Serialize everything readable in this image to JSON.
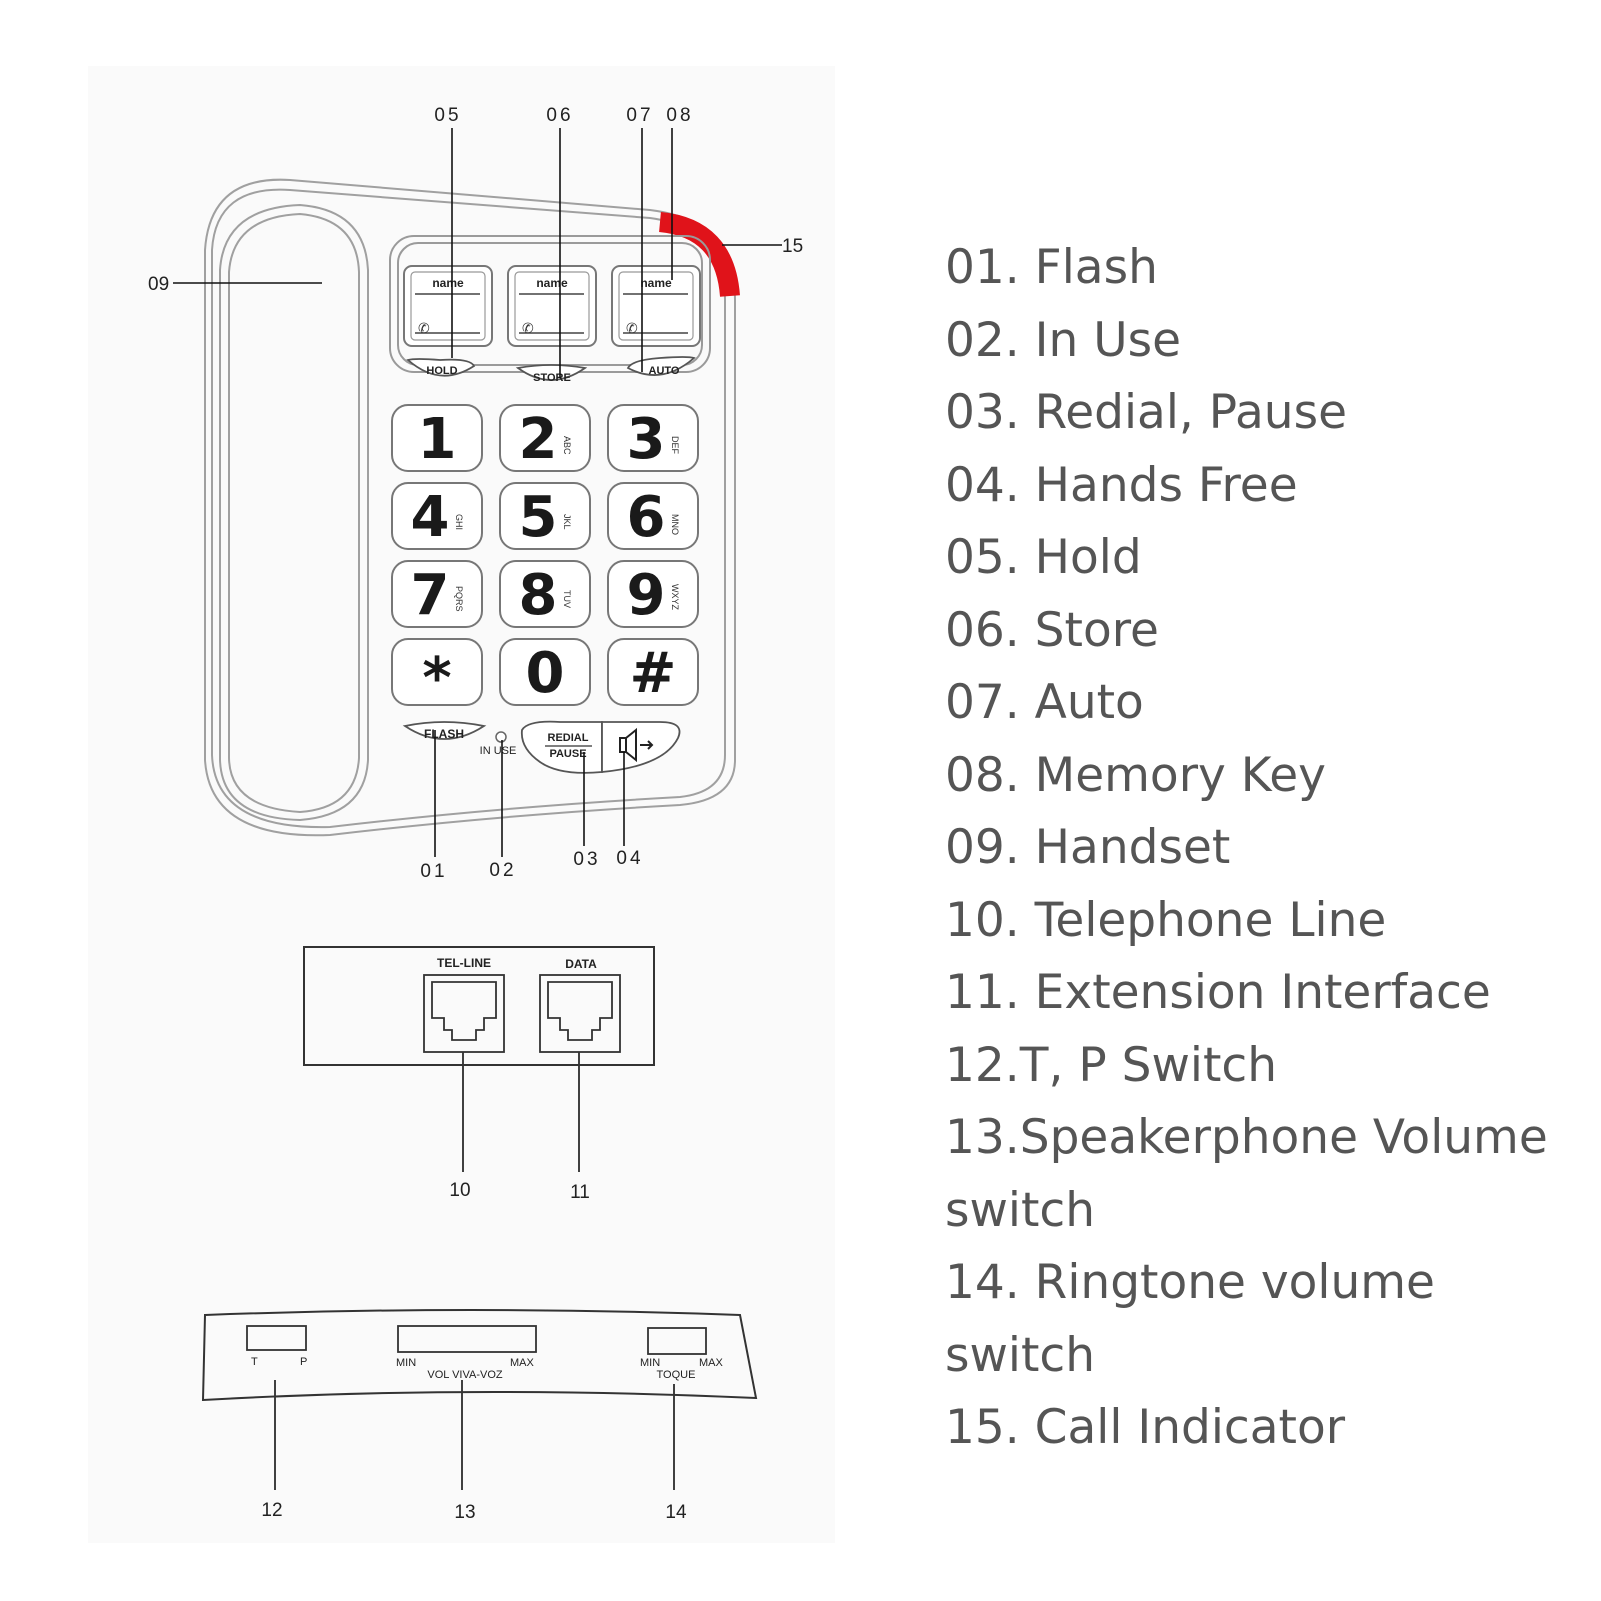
{
  "diagram": {
    "callouts": {
      "c01": "01",
      "c02": "02",
      "c03": "03",
      "c04": "04",
      "c05": "05",
      "c06": "06",
      "c07": "07",
      "c08": "08",
      "c09": "09",
      "c10": "10",
      "c11": "11",
      "c12": "12",
      "c13": "13",
      "c14": "14",
      "c15": "15"
    },
    "memory_keys": [
      "name",
      "name",
      "name"
    ],
    "function_buttons": {
      "hold": "HOLD",
      "store": "STORE",
      "auto": "AUTO",
      "flash": "FLASH",
      "in_use": "IN USE",
      "redial": "REDIAL",
      "pause": "PAUSE"
    },
    "keypad": [
      {
        "digit": "1",
        "letters": ""
      },
      {
        "digit": "2",
        "letters": "ABC"
      },
      {
        "digit": "3",
        "letters": "DEF"
      },
      {
        "digit": "4",
        "letters": "GHI"
      },
      {
        "digit": "5",
        "letters": "JKL"
      },
      {
        "digit": "6",
        "letters": "MNO"
      },
      {
        "digit": "7",
        "letters": "PQRS"
      },
      {
        "digit": "8",
        "letters": "TUV"
      },
      {
        "digit": "9",
        "letters": "WXYZ"
      },
      {
        "digit": "*",
        "letters": ""
      },
      {
        "digit": "0",
        "letters": ""
      },
      {
        "digit": "#",
        "letters": ""
      }
    ],
    "back_panel": {
      "tel_line": "TEL-LINE",
      "data": "DATA"
    },
    "bottom_panel": {
      "t": "T",
      "p": "P",
      "min1": "MIN",
      "max1": "MAX",
      "vol": "VOL VIVA-VOZ",
      "min2": "MIN",
      "max2": "MAX",
      "toque": "TOQUE"
    },
    "colors": {
      "call_indicator": "#e0131a",
      "outline": "#9a9a9a",
      "panel_bg": "#fafafa"
    }
  },
  "legend": [
    "01. Flash",
    "02. In Use",
    "03. Redial, Pause",
    "04. Hands Free",
    "05. Hold",
    "06. Store",
    "07. Auto",
    "08. Memory Key",
    "09. Handset",
    "10. Telephone Line",
    "11. Extension Interface",
    "12.T, P Switch",
    "13.Speakerphone Volume switch",
    "14. Ringtone volume switch",
    "15. Call Indicator"
  ]
}
